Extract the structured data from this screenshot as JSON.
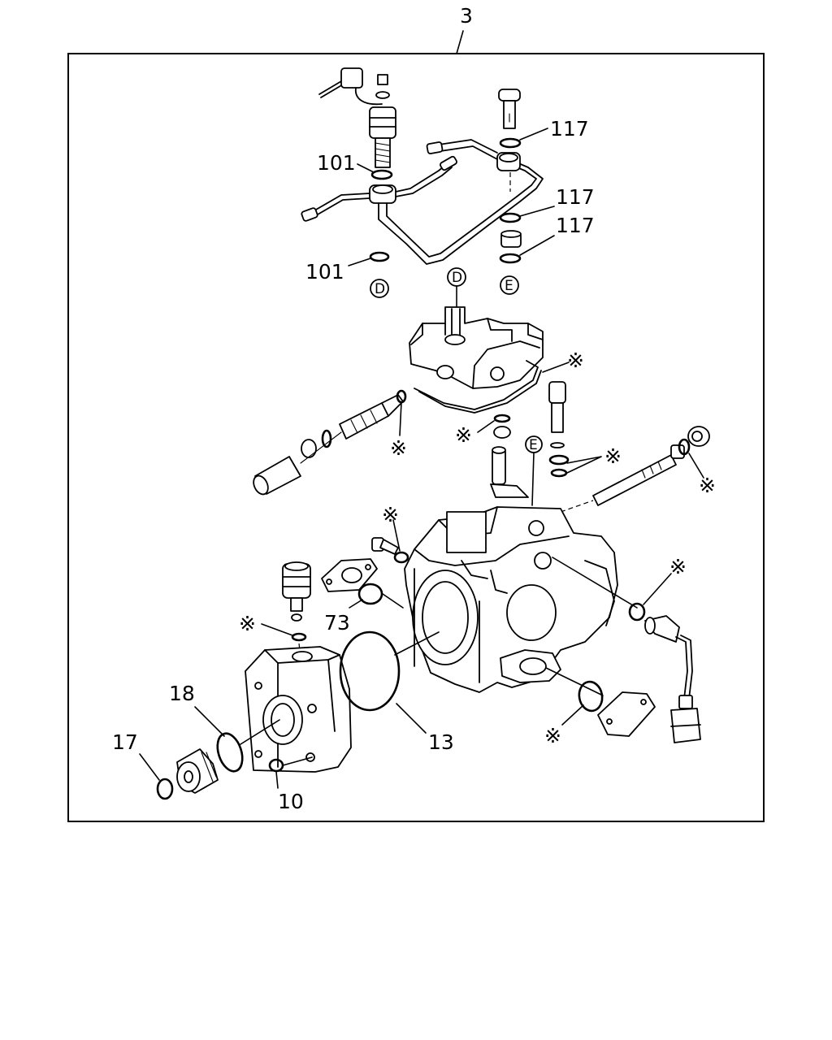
{
  "assembly_label": "3",
  "callouts": {
    "c101a": "101",
    "c101b": "101",
    "c117a": "117",
    "c117b": "117",
    "c117c": "117",
    "c73": "73",
    "c18": "18",
    "c17": "17",
    "c10": "10",
    "c13": "13"
  },
  "reference_letters": {
    "d_upper": "D",
    "d_lower": "D",
    "e_upper": "E",
    "e_lower": "E"
  },
  "asterisk_symbol": "※"
}
